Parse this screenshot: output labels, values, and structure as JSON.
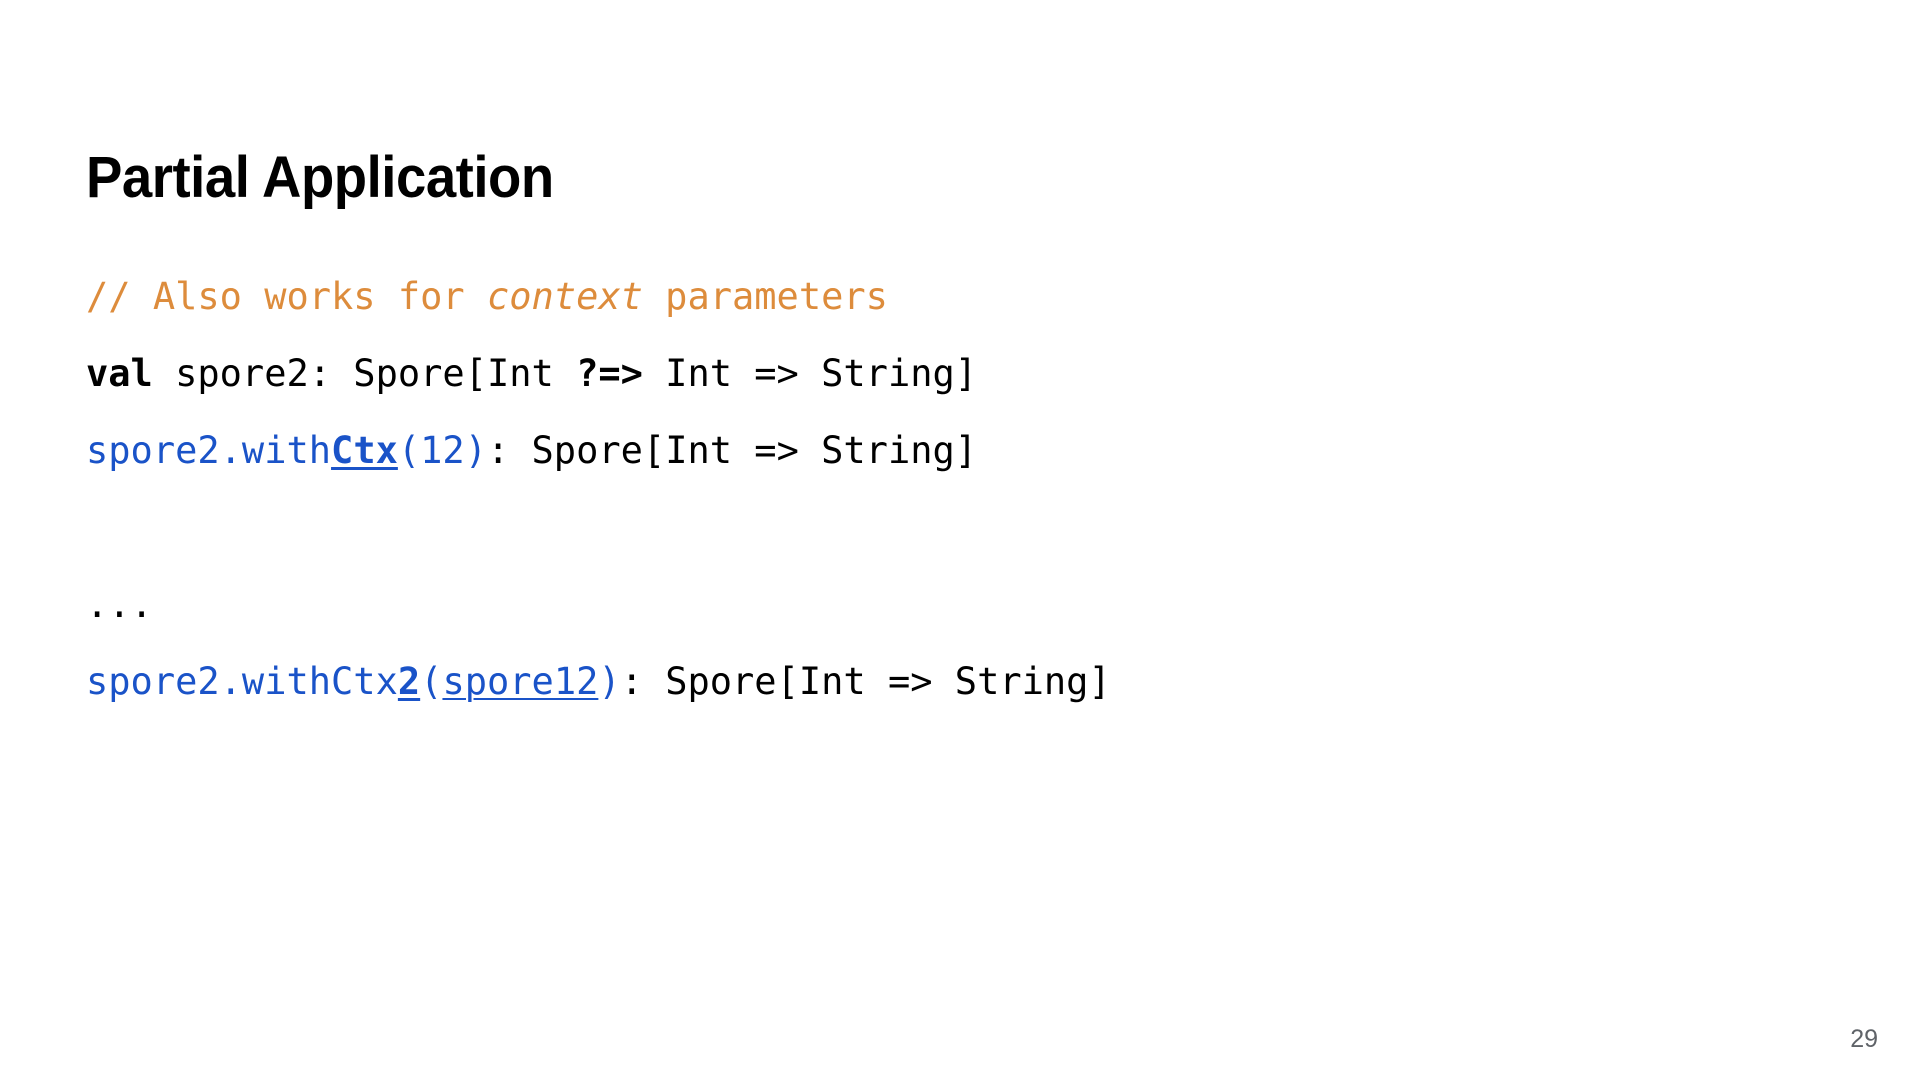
{
  "slide": {
    "title": "Partial Application",
    "page_number": "29",
    "background_color": "#ffffff"
  },
  "colors": {
    "comment": "#dd8c3c",
    "link": "#1a53c8",
    "text": "#000000",
    "page_number": "#5f6368"
  },
  "code": {
    "language": "scala",
    "lines": [
      {
        "id": "line-comment",
        "tokens": [
          {
            "text": "// Also works for ",
            "style": "comment"
          },
          {
            "text": "context",
            "style": "comment-italic"
          },
          {
            "text": " parameters",
            "style": "comment"
          }
        ]
      },
      {
        "id": "line-val-spore2",
        "tokens": [
          {
            "text": "val",
            "style": "keyword"
          },
          {
            "text": " spore2: Spore[Int ",
            "style": "plain"
          },
          {
            "text": "?=>",
            "style": "arrow-bold"
          },
          {
            "text": " Int => String]",
            "style": "plain"
          }
        ]
      },
      {
        "id": "line-withctx-12",
        "tokens": [
          {
            "text": "spore2.with",
            "style": "link"
          },
          {
            "text": "Ctx",
            "style": "link-strong"
          },
          {
            "text": "(12)",
            "style": "link"
          },
          {
            "text": ": Spore[Int => String]",
            "style": "plain"
          }
        ]
      },
      {
        "id": "line-blank",
        "tokens": []
      },
      {
        "id": "line-ellipsis",
        "tokens": [
          {
            "text": "...",
            "style": "plain"
          }
        ]
      },
      {
        "id": "line-withctx2-spore12",
        "tokens": [
          {
            "text": "spore2.withCtx",
            "style": "link"
          },
          {
            "text": "2",
            "style": "link-strong"
          },
          {
            "text": "(",
            "style": "link"
          },
          {
            "text": "spore12",
            "style": "link-underline"
          },
          {
            "text": ")",
            "style": "link"
          },
          {
            "text": ": Spore[Int => String]",
            "style": "plain"
          }
        ]
      }
    ]
  }
}
